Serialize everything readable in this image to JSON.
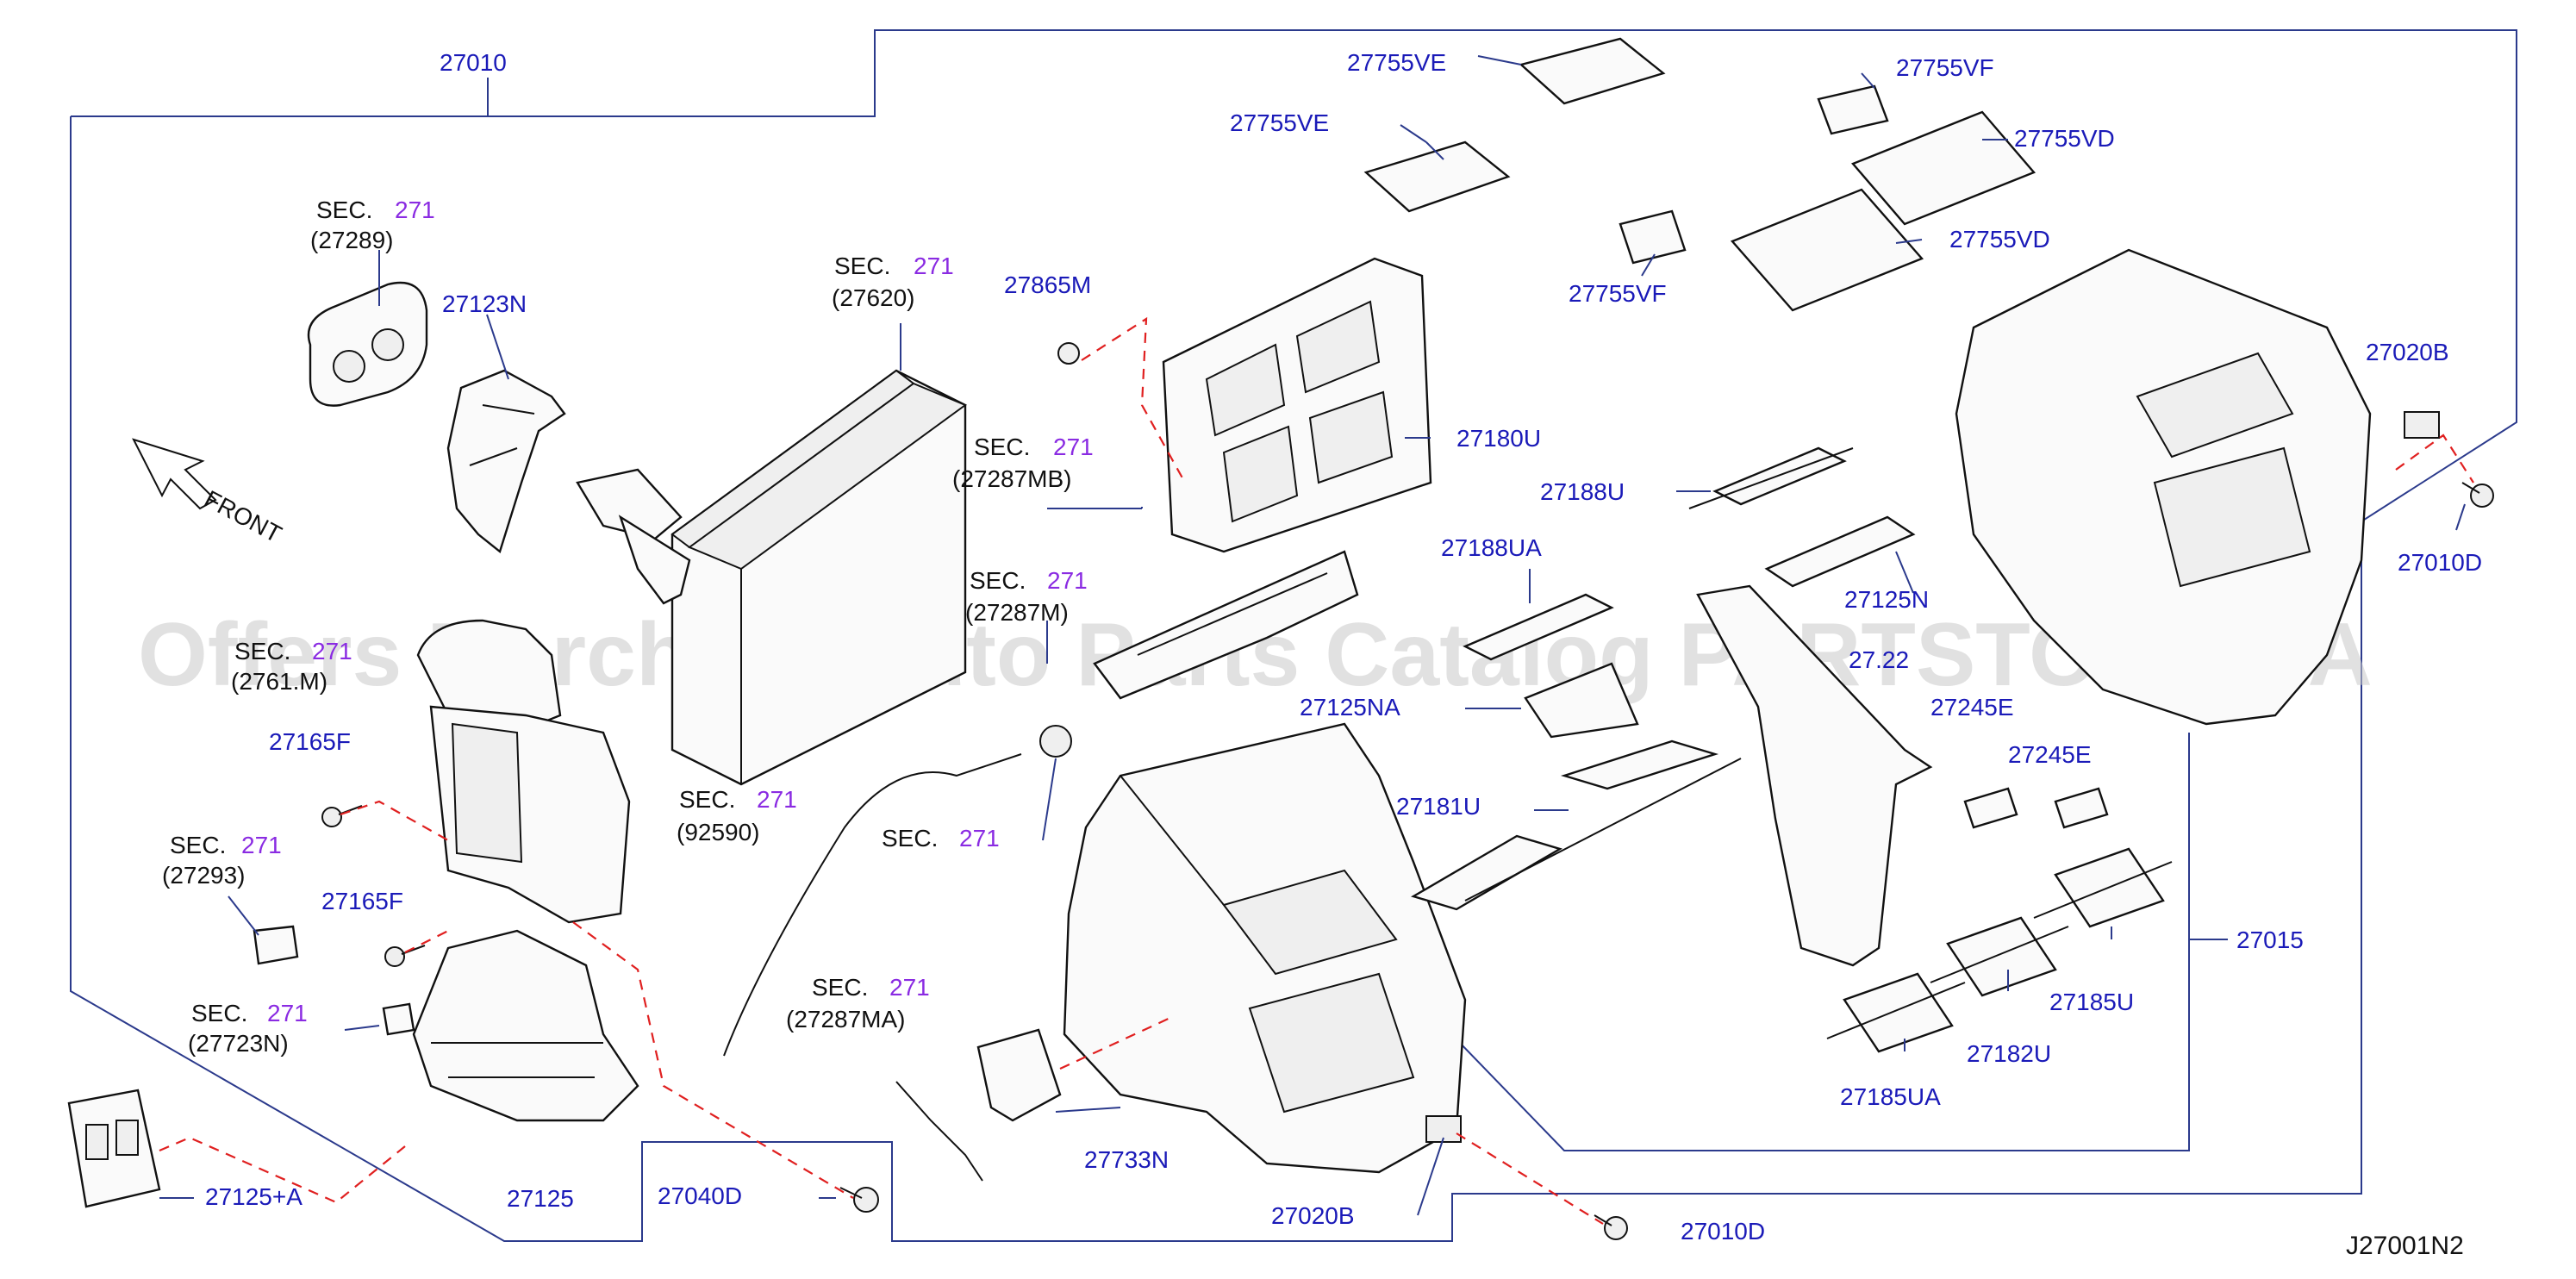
{
  "diagram": {
    "sec_prefix": "SEC.",
    "sec_number": "271",
    "front_label": "FRONT",
    "ref_code": "J27001N2",
    "watermark": "Offers Merchant Auto Parts Catalog PARTSTORE.SA",
    "parts": {
      "p27010": "27010",
      "p27289": "(27289)",
      "p27123N": "27123N",
      "p27620": "(27620)",
      "p27865M": "27865M",
      "p27755VE_a": "27755VE",
      "p27755VE_b": "27755VE",
      "p27755VF_a": "27755VF",
      "p27755VF_b": "27755VF",
      "p27755VD_a": "27755VD",
      "p27755VD_b": "27755VD",
      "p27020B_a": "27020B",
      "p27020B_b": "27020B",
      "p27287MB": "(27287MB)",
      "p27180U": "27180U",
      "p27188U": "27188U",
      "p27010D_a": "27010D",
      "p27010D_b": "27010D",
      "p27188UA": "27188UA",
      "p27125N": "27125N",
      "p27287M": "(27287M)",
      "p2761xM": "(2761.M)",
      "p27x22": "27.22",
      "p27125NA": "27125NA",
      "p27245E_a": "27245E",
      "p27245E_b": "27245E",
      "p27165F_a": "27165F",
      "p27165F_b": "27165F",
      "p92590": "(92590)",
      "p27181U": "27181U",
      "p27293": "(27293)",
      "p27015": "27015",
      "p27723N": "(27723N)",
      "p27287MA": "(27287MA)",
      "p27185U": "27185U",
      "p27182U": "27182U",
      "p27185UA": "27185UA",
      "p27733N": "27733N",
      "p27125A": "27125+A",
      "p27125": "27125",
      "p27040D": "27040D"
    }
  }
}
